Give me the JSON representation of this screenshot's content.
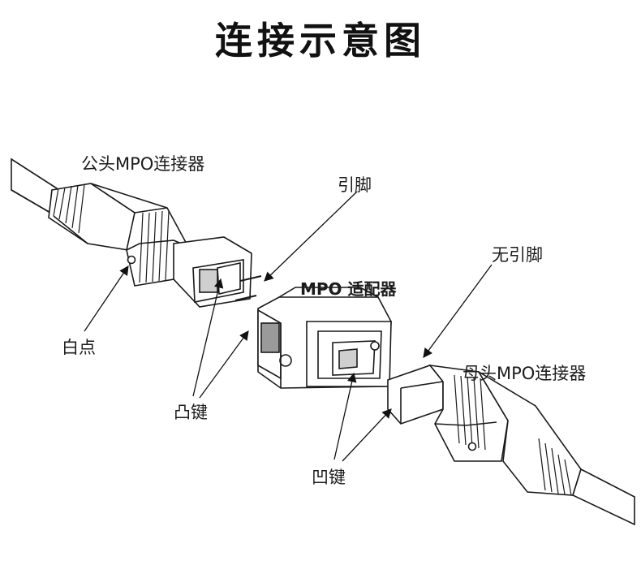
{
  "title": "连接示意图",
  "labels": {
    "male_connector": "公头MPO连接器",
    "guide_pin": "引脚",
    "adapter": "MPO 适配器",
    "no_guide_pin": "无引脚",
    "white_dot": "白点",
    "female_connector": "母头MPO连接器",
    "key_up": "凸键",
    "key_down": "凹键"
  },
  "colors": {
    "line": "#1a1a1a",
    "body_fill": "#ffffff",
    "shade": "#cfcfcf",
    "shade_dark": "#9a9a9a"
  }
}
